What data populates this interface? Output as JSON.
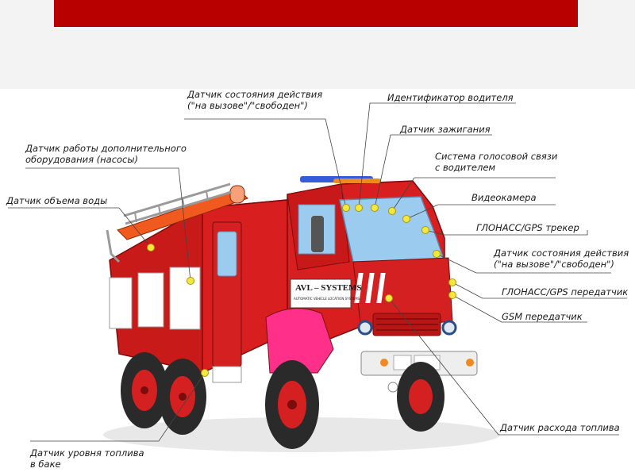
{
  "slide": {
    "header_color": "#b80000"
  },
  "vehicle": {
    "body_color": "#d81e1e",
    "sensor_color": "#f4e840",
    "door_sign": {
      "brand": "AVL – SYSTEMS",
      "tagline": "AUTOMATIC VEHICLE LOCATION SYSTEMS"
    }
  },
  "labels": {
    "status_sensor_top": [
      "Датчик состояния действия",
      "(\"на вызове\"/\"свободен\")"
    ],
    "driver_id": [
      "Идентификатор водителя"
    ],
    "ignition_sensor": [
      "Датчик зажигания"
    ],
    "voice_system": [
      "Система голосовой связи",
      "с водителем"
    ],
    "video_camera": [
      "Видеокамера"
    ],
    "gps_tracker": [
      "ГЛОНАСС/GPS трекер"
    ],
    "status_sensor_right": [
      "Датчик состояния действия",
      "(\"на вызове\"/\"свободен\")"
    ],
    "gps_transmitter": [
      "ГЛОНАСС/GPS передатчик"
    ],
    "gsm_transmitter": [
      "GSM передатчик"
    ],
    "fuel_flow_sensor": [
      "Датчик расхода топлива"
    ],
    "extra_equipment_sensor": [
      "Датчик работы дополнительного",
      "оборудования (насосы)"
    ],
    "water_volume_sensor": [
      "Датчик объема воды"
    ],
    "fuel_level_sensor": [
      "Датчик уровня топлива",
      "в баке"
    ]
  }
}
